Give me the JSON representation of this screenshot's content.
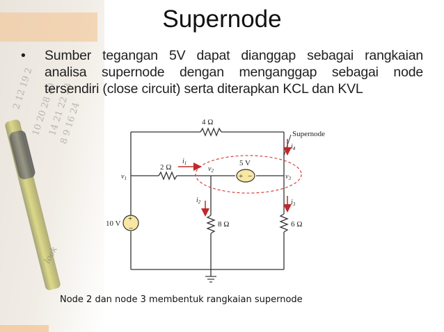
{
  "title": "Supernode",
  "bullet": {
    "symbol": "•",
    "text": "Sumber tegangan 5V dapat dianggap sebagai rangkaian analisa supernode dengan menganggap sebagai node tersendiri (close circuit) serta diterapkan KCL dan KVL"
  },
  "circuit": {
    "r_top": "4 Ω",
    "r_left": "2 Ω",
    "r_mid": "8 Ω",
    "r_right": "6 Ω",
    "src_5v": "5 V",
    "src_10v": "10 V",
    "supernode_label": "Supernode",
    "v1": "v",
    "v1_sub": "1",
    "v2": "v",
    "v2_sub": "2",
    "v3": "v",
    "v3_sub": "3",
    "i1": "i",
    "i1_sub": "1",
    "i2": "i",
    "i2_sub": "2",
    "i3": "i",
    "i3_sub": "3",
    "i4": "i",
    "i4_sub": "4",
    "plus": "+",
    "minus": "−"
  },
  "caption": "Node 2 dan node 3 membentuk rangkaian supernode",
  "colors": {
    "arrow": "#c0282a",
    "supernode_ellipse": "#d03030",
    "source_fill": "#f7e7a3"
  }
}
